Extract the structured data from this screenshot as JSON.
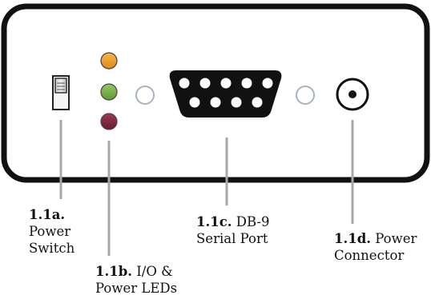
{
  "labels": {
    "power_switch": {
      "id": "1.1a.",
      "line1": "Power",
      "line2": "Switch"
    },
    "leds": {
      "id": "1.1b.",
      "line1_rest": " I/O &",
      "line2": "Power LEDs"
    },
    "serial_port": {
      "id": "1.1c.",
      "line1_rest": " DB-9",
      "line2": "Serial Port"
    },
    "power_connector": {
      "id": "1.1d.",
      "line1_rest": " Power",
      "line2": "Connector"
    }
  },
  "colors": {
    "panel_border": "#111111",
    "led_top": "#e89a2a",
    "led_middle": "#7cb44a",
    "led_bottom": "#8a2840",
    "leader_line": "#a8a8a8"
  }
}
